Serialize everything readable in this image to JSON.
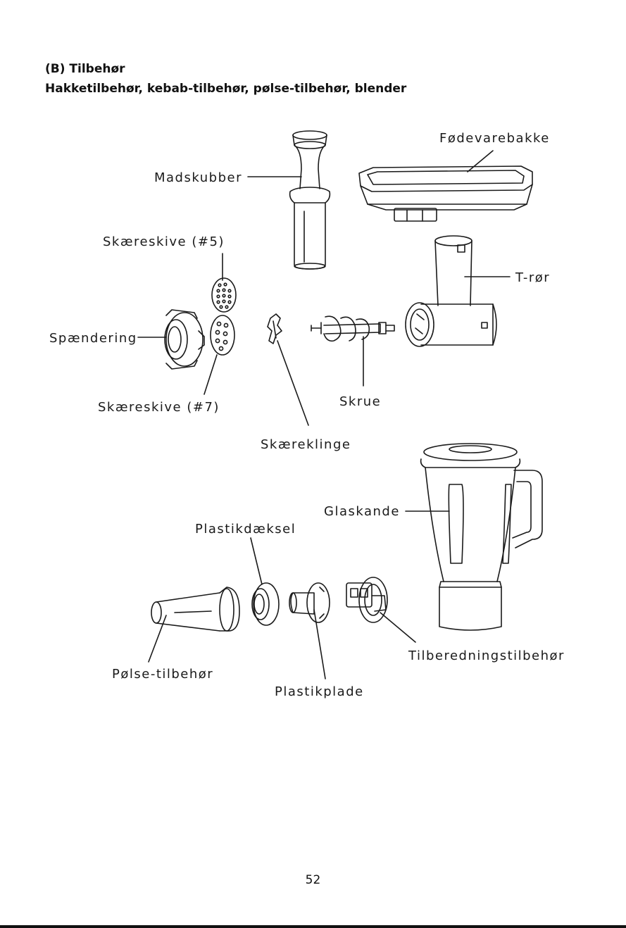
{
  "heading": {
    "section": "(B) Tilbehør",
    "subtitle": "Hakketilbehør, kebab-tilbehør, pølse-tilbehør, blender"
  },
  "labels": {
    "madskubber": "Madskubber",
    "fodevarebakke": "Fødevarebakke",
    "skaereskive5": "Skæreskive (#5)",
    "tror": "T-rør",
    "spaendering": "Spændering",
    "skaereskive7": "Skæreskive (#7)",
    "skrue": "Skrue",
    "skaereklinge": "Skæreklinge",
    "glaskande": "Glaskande",
    "plastikdaeksel": "Plastikdæksel",
    "tilberedningstilbehor": "Tilberedningstilbehør",
    "polsetilbehor": "Pølse-tilbehør",
    "plastikplade": "Plastikplade"
  },
  "page_number": "52"
}
